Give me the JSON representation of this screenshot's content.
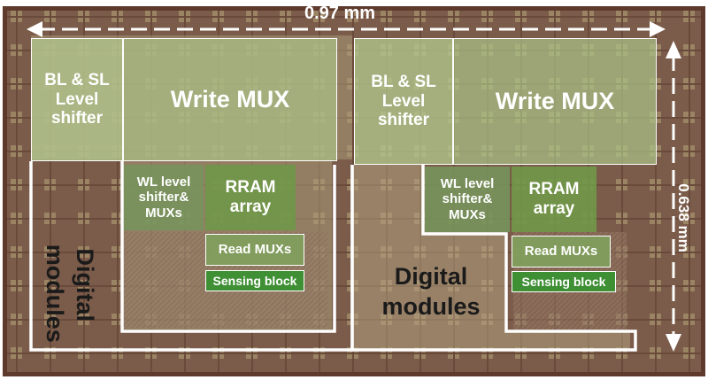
{
  "dimensions": {
    "width_label": "0.97 mm",
    "height_label": "0.638 mm"
  },
  "left_macro": {
    "level_shifter": "BL & SL Level shifter",
    "write_mux": "Write MUX",
    "wl_shifter": "WL level shifter& MUXs",
    "rram_array": "RRAM array",
    "read_mux": "Read MUXs",
    "sensing": "Sensing block",
    "digital": "Digital modules"
  },
  "right_macro": {
    "level_shifter": "BL & SL Level shifter",
    "write_mux": "Write MUX",
    "wl_shifter": "WL level shifter& MUXs",
    "rram_array": "RRAM array",
    "read_mux": "Read MUXs",
    "sensing": "Sensing block",
    "digital": "Digital modules"
  },
  "colors": {
    "die_border": "#5e3a2c",
    "die_fill": "#7a5846",
    "overlay_outline": "#ffffff",
    "sensing_block": "#3f8f35",
    "text_dark": "#1a1a1a"
  }
}
